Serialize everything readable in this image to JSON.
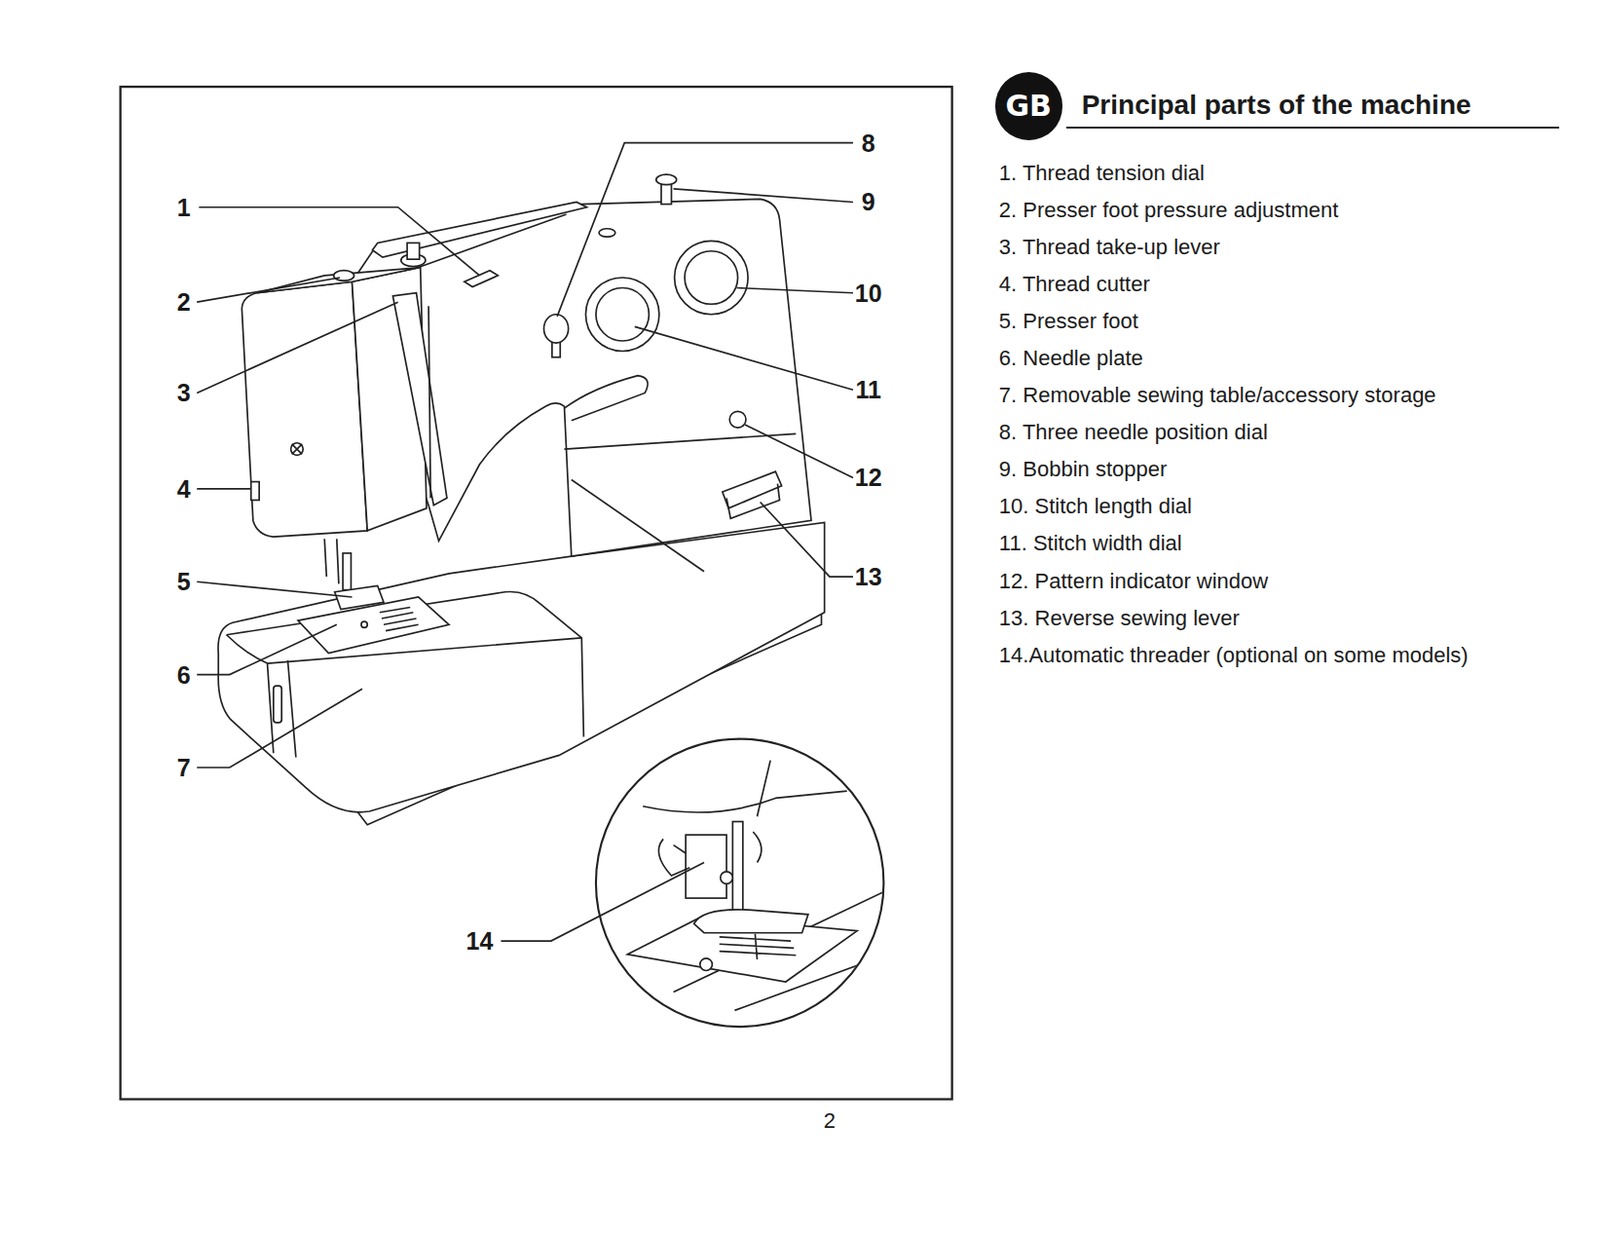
{
  "diagram": {
    "title": "Principal parts of the machine",
    "nodes": [
      {
        "text": [
          "GB"
        ]
      }
    ],
    "labels": [
      "1",
      "2",
      "3",
      "4",
      "5",
      "6",
      "7",
      "8",
      "9",
      "10",
      "11",
      "12",
      "13",
      "14",
      "1. Thread tension dial",
      "2. Presser foot pressure adjustment",
      "3. Thread take-up lever",
      "4. Thread cutter",
      "5. Presser foot",
      "6. Needle plate",
      "7. Removable sewing table/accessory storage",
      "8. Three needle position dial",
      "9. Bobbin stopper",
      "10. Stitch length dial",
      "11. Stitch width dial",
      "12. Pattern indicator window",
      "13. Reverse sewing lever",
      "14.Automatic threader (optional on some models)",
      "2"
    ]
  }
}
